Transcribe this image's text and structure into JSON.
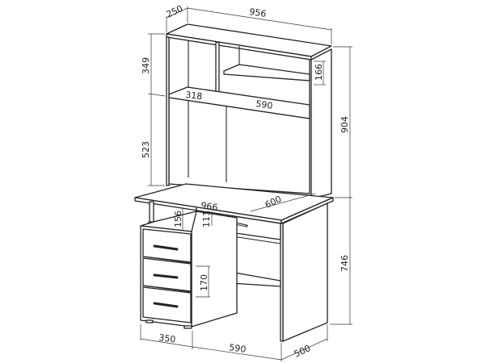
{
  "dimensions": {
    "hutch_depth": "250",
    "hutch_width": "956",
    "hutch_upper_height": "349",
    "small_shelf_height": "166",
    "hutch_total_height": "904",
    "left_shelf_width": "318",
    "right_shelf_width": "590",
    "hutch_lower_height": "523",
    "desk_width": "966",
    "desk_depth": "600",
    "pedestal_gap": "156",
    "drawer_height": "111",
    "knee_shelf_height": "170",
    "desk_height": "746",
    "drawer_unit_width": "350",
    "knee_width": "590",
    "pedestal_depth": "500"
  },
  "colors": {
    "line": "#222222",
    "background": "#ffffff"
  }
}
